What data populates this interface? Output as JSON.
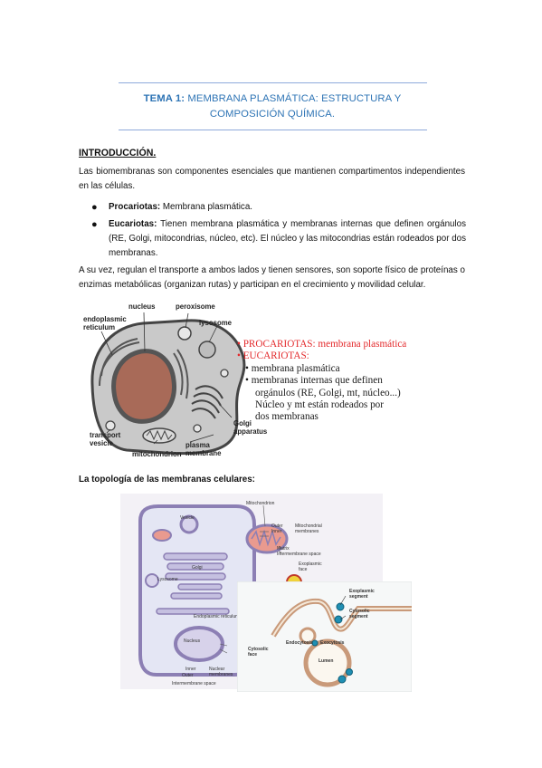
{
  "document": {
    "title_prefix": "TEMA 1:",
    "title_rest": " MEMBRANA PLASMÁTICA: ESTRUCTURA Y COMPOSICIÓN QUÍMICA.",
    "heading_intro": "INTRODUCCIÓN.",
    "intro_paragraph": "Las biomembranas son componentes esenciales que mantienen compartimentos independientes en las células.",
    "bullets": [
      {
        "term": "Procariotas:",
        "text": " Membrana plasmática."
      },
      {
        "term": "Eucariotas:",
        "text": " Tienen membrana plasmática y membranas internas que definen orgánulos (RE, Golgi, mitocondrias, núcleo, etc). El núcleo y las mitocondrias están rodeados por dos membranas."
      }
    ],
    "functions_paragraph": "A su vez, regulan el transporte a ambos lados y tienen sensores, son soporte físico de proteínas o enzimas metabólicas (organizan rutas) y participan en el crecimiento y movilidad celular.",
    "topology_heading": "La topología de las membranas celulares:"
  },
  "figure1": {
    "labels": {
      "nucleus": "nucleus",
      "peroxisome": "peroxisome",
      "er": "endoplasmic\nreticulum",
      "lysosome": "lysosome",
      "golgi": "Golgi\napparatus",
      "transport_vesicle": "transport\nvesicle",
      "mitochondrion": "mitochondrion",
      "plasma_membrane": "plasma\nmembrane"
    },
    "legend": {
      "line1": "• PROCARIOTAS: membrana plasmática",
      "line2": "• EUCARIOTAS:",
      "line3": "• membrana plasmática",
      "line4": "• membranas internas que definen",
      "line5": "orgánulos (RE, Golgi, mt, núcleo...)",
      "line6": "Núcleo y mt están rodeados por",
      "line7": "dos membranas"
    },
    "colors": {
      "accent_red": "#e3292b",
      "nucleus_fill": "#a86a58",
      "cell_fill": "#c9c9c9"
    }
  },
  "figure2": {
    "labels": {
      "mitochondrion": "Mitochondrion",
      "vesicle": "Vesicle",
      "outer": "Outer",
      "inner": "Inner",
      "mito_membranes": "Mitochondrial\nmembranes",
      "matrix": "Matrix",
      "intermembrane": "Intermembrane space",
      "golgi": "Golgi",
      "lysosome": "Lysosome",
      "er": "Endoplasmic reticulum",
      "nucleus": "Nucleus",
      "inner2": "Inner",
      "outer2": "Outer",
      "nuclear_membranes": "Nuclear\nmembranes",
      "intermembrane2": "Intermembrane space",
      "exoplasmic_face": "Exoplasmic\nface"
    }
  },
  "figure3": {
    "labels": {
      "exoplasmic_segment": "Exoplasmic\nsegment",
      "cytosolic_segment": "Cytosolic\nsegment",
      "endocytosis": "Endocytosis",
      "exocytosis": "Exocytosis",
      "cytosolic_face": "Cytosolic\nface",
      "lumen": "Lumen"
    }
  }
}
